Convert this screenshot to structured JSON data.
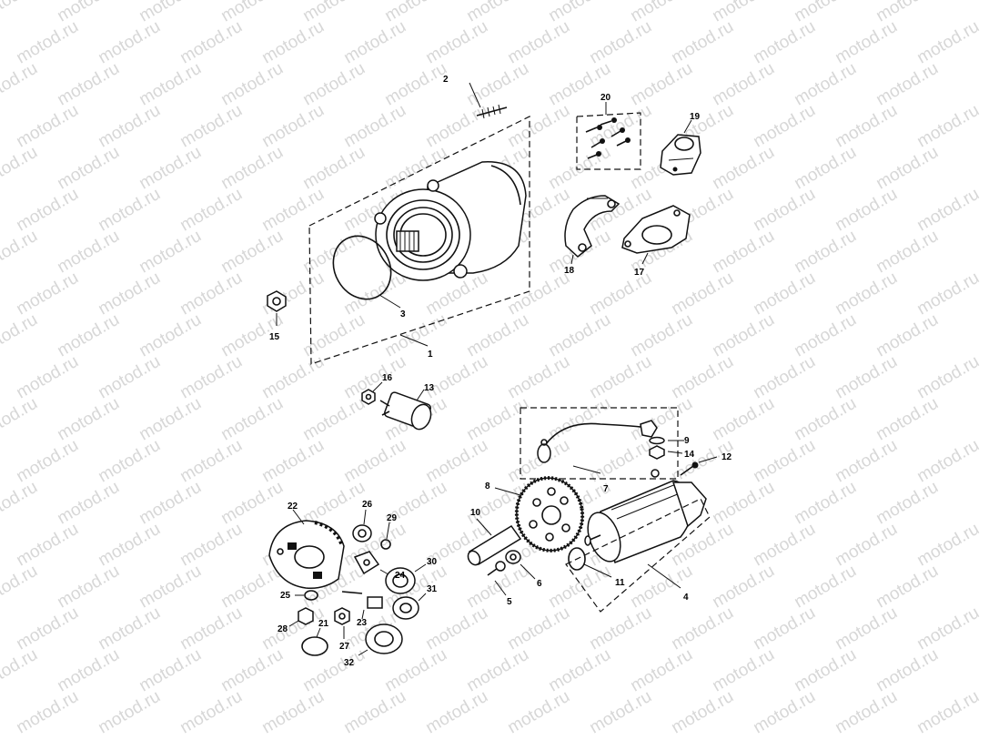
{
  "watermark": "motod.ru",
  "callouts": {
    "c1": "1",
    "c2": "2",
    "c3": "3",
    "c4": "4",
    "c5": "5",
    "c6": "6",
    "c7": "7",
    "c8": "8",
    "c9": "9",
    "c10": "10",
    "c11": "11",
    "c12": "12",
    "c13": "13",
    "c14": "14",
    "c15": "15",
    "c16": "16",
    "c17": "17",
    "c18": "18",
    "c19": "19",
    "c20": "20",
    "c21": "21",
    "c22": "22",
    "c23": "23",
    "c24": "24",
    "c25": "25",
    "c26": "26",
    "c27": "27",
    "c28": "28",
    "c29": "29",
    "c30": "30",
    "c31": "31",
    "c32": "32"
  }
}
